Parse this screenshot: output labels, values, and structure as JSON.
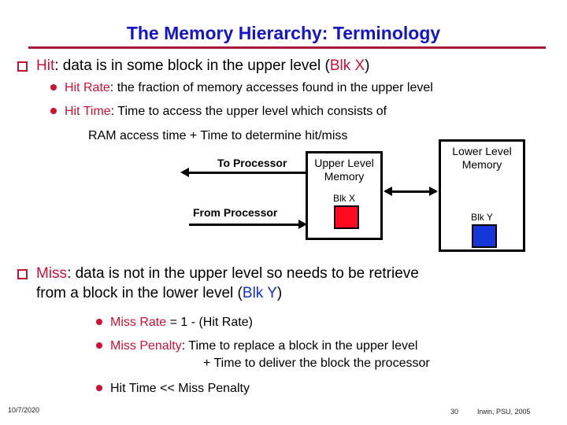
{
  "slide": {
    "title": "The Memory Hierarchy:  Terminology",
    "title_color": "#1414c8",
    "rule_color": "#a81838",
    "accent_red": "#cc1133",
    "accent_blue": "#1133cc"
  },
  "bullets": {
    "hit": {
      "term": "Hit",
      "rest_a": ": data is in some block in the upper level (",
      "blk": "Blk X",
      "rest_b": ")"
    },
    "hit_rate": {
      "term": "Hit Rate",
      "rest": ": the fraction of memory accesses found in the upper level"
    },
    "hit_time": {
      "term": "Hit Time",
      "rest": ": Time to access the upper level which consists of"
    },
    "hit_time_cont": "RAM access time + Time to determine hit/miss",
    "miss": {
      "term": "Miss",
      "rest_a": ": data is not in the upper level so needs to be retrieve",
      "line2_a": "from a block in the lower level (",
      "blk": "Blk Y",
      "line2_b": ")"
    },
    "miss_rate": {
      "term": "Miss Rate",
      "rest": " = 1 - (Hit Rate)"
    },
    "miss_penalty": {
      "term": "Miss Penalty",
      "rest": ": Time to replace a block in the upper level",
      "cont": "+ Time to deliver the block the processor"
    },
    "hit_vs_miss": "Hit Time << Miss Penalty"
  },
  "diagram": {
    "upper_box_label_line1": "Upper Level",
    "upper_box_label_line2": "Memory",
    "lower_box_label_line1": "Lower Level",
    "lower_box_label_line2": "Memory",
    "blk_x_label": "Blk X",
    "blk_y_label": "Blk Y",
    "blk_x_color": "#ff0a1e",
    "blk_y_color": "#1536d8",
    "to_processor_label": "To Processor",
    "from_processor_label": "From Processor"
  },
  "footer": {
    "date": "10/7/2020",
    "page_number": "30",
    "source": "Irwin, PSU, 2005"
  }
}
